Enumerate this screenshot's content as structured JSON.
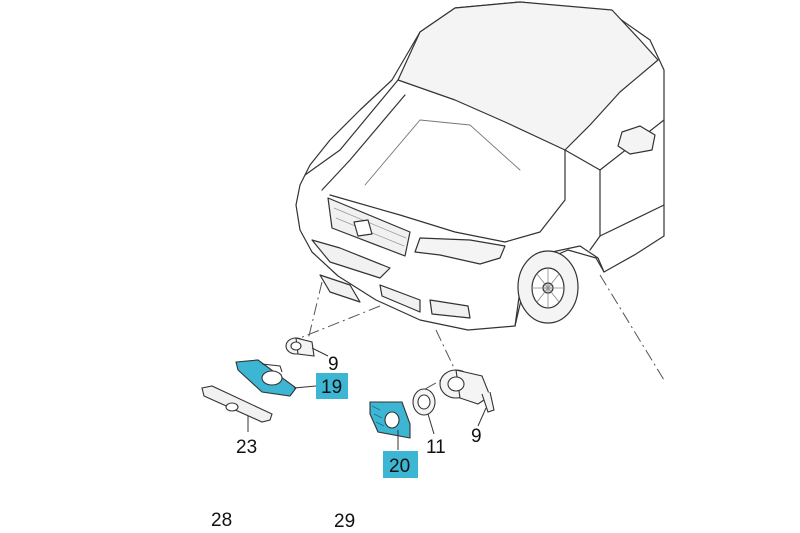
{
  "colors": {
    "highlight": "#3cb6d3",
    "line": "#333333",
    "fill": "#f1f1f1",
    "background": "#ffffff"
  },
  "callouts": {
    "sensor_left": "9",
    "bracket_left": "19",
    "cover_left": "23",
    "sensor_right": "9",
    "ring_right": "11",
    "bracket_right": "20",
    "item_28": "28",
    "item_29": "29"
  }
}
